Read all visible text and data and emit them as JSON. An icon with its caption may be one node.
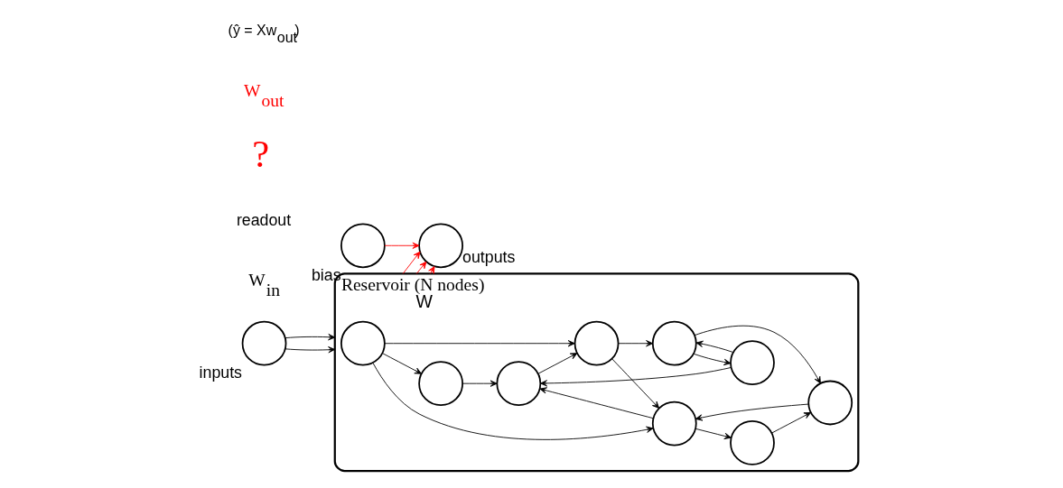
{
  "diagram": {
    "nodes": [
      {
        "text": [
          "Reservoir (N nodes)",
          "W"
        ]
      },
      {
        "text": [],
        "shape": "circle",
        "beside": [
          "inputs"
        ]
      },
      {
        "text": [],
        "shape": "circle",
        "in": 0
      },
      {
        "text": [],
        "shape": "circle",
        "in": 0
      },
      {
        "text": [],
        "shape": "circle",
        "in": 0
      },
      {
        "text": [],
        "shape": "circle",
        "in": 0
      },
      {
        "text": [],
        "shape": "circle",
        "in": 0
      },
      {
        "text": [],
        "shape": "circle",
        "in": 0
      },
      {
        "text": [],
        "shape": "circle",
        "in": 0
      },
      {
        "text": [],
        "shape": "circle",
        "in": 0
      },
      {
        "text": [],
        "shape": "circle",
        "in": 0
      },
      {
        "text": [],
        "shape": "circle",
        "beside": [
          "bias"
        ]
      },
      {
        "text": [],
        "shape": "circle",
        "beside": [
          "outputs"
        ]
      }
    ],
    "edges": [
      {
        "from": 1,
        "to": 0,
        "arrow": "to"
      },
      {
        "from": 1,
        "to": 0,
        "arrow": "to"
      },
      {
        "from": 2,
        "to": 3,
        "arrow": "to"
      },
      {
        "from": 2,
        "to": 6,
        "arrow": "to"
      },
      {
        "from": 2,
        "to": 4,
        "arrow": "to"
      },
      {
        "from": 3,
        "to": 5,
        "arrow": "to"
      },
      {
        "from": 4,
        "to": 5,
        "arrow": "to"
      },
      {
        "from": 6,
        "to": 4,
        "arrow": "to"
      },
      {
        "from": 5,
        "to": 6,
        "arrow": "to"
      },
      {
        "from": 9,
        "to": 5,
        "arrow": "to"
      },
      {
        "from": 9,
        "to": 10,
        "arrow": "to"
      },
      {
        "from": 10,
        "to": 9,
        "arrow": "to"
      },
      {
        "from": 6,
        "to": 10,
        "arrow": "to"
      },
      {
        "from": 10,
        "to": 7,
        "arrow": "to"
      },
      {
        "from": 7,
        "to": 4,
        "arrow": "to"
      },
      {
        "from": 4,
        "to": 8,
        "arrow": "to"
      },
      {
        "from": 8,
        "to": 7,
        "arrow": "to"
      },
      {
        "from": 0,
        "to": 12,
        "arrow": "to",
        "color": "#ff0000"
      },
      {
        "from": 0,
        "to": 12,
        "arrow": "to",
        "color": "#ff0000"
      },
      {
        "from": 0,
        "to": 12,
        "arrow": "to",
        "color": "#ff0000"
      },
      {
        "from": 11,
        "to": 12,
        "arrow": "to",
        "color": "#ff0000"
      }
    ],
    "labels": [
      "W$_{in}$",
      "readout",
      "?",
      "W$_{out}$",
      "(ŷ = Xw$_{out}$)"
    ]
  }
}
